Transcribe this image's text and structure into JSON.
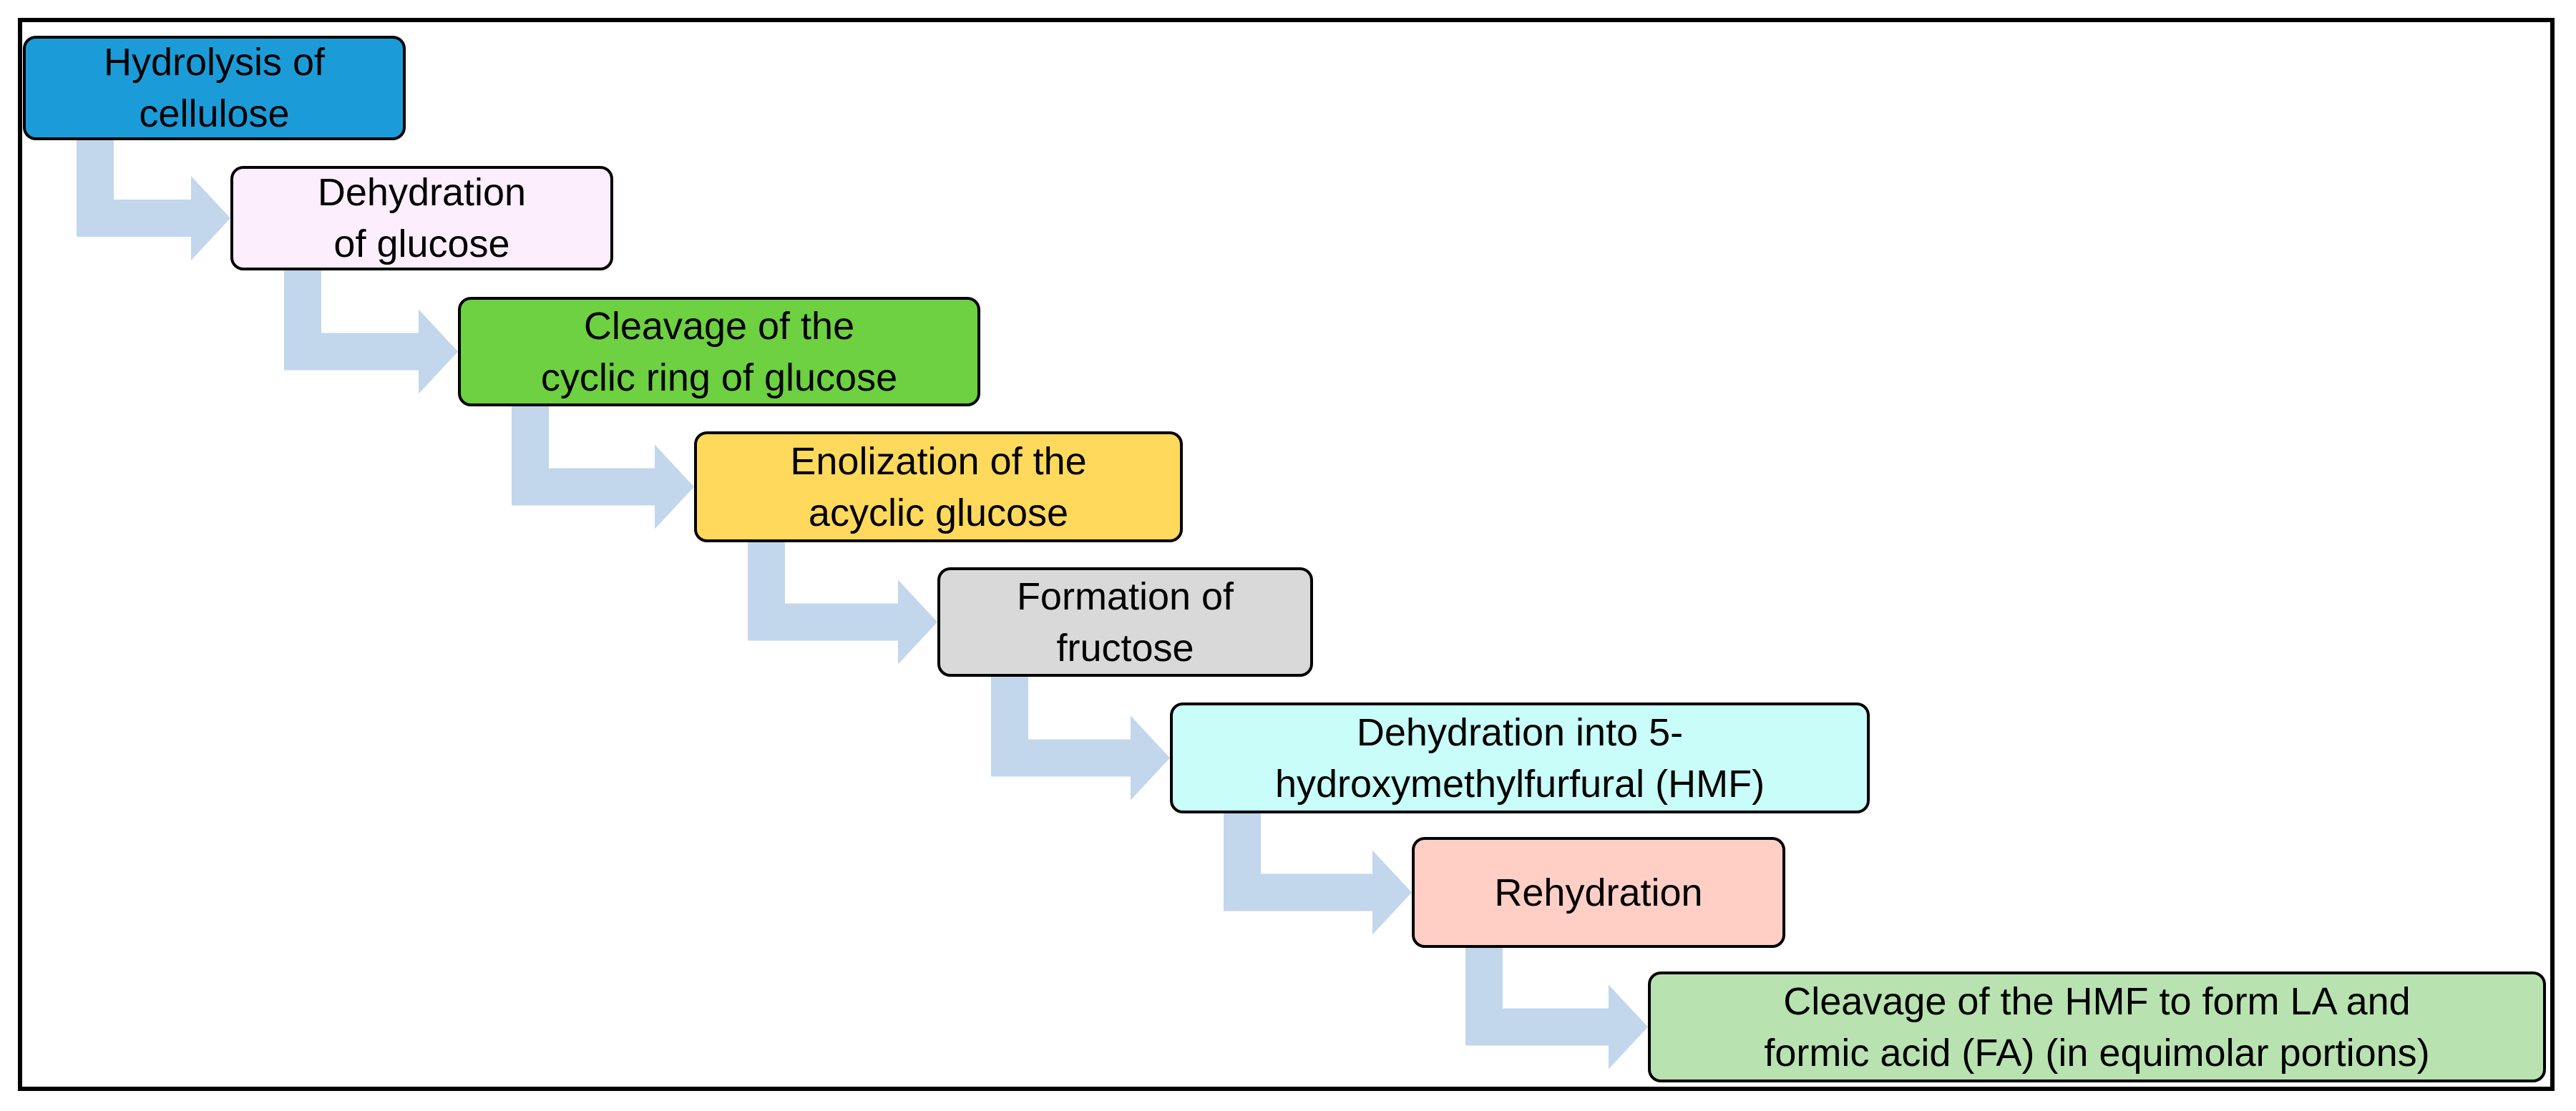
{
  "diagram": {
    "steps": [
      {
        "id": "hydrolysis-of-cellulose",
        "label": "Hydrolysis of\ncellulose",
        "color": "#1b9cd8"
      },
      {
        "id": "dehydration-of-glucose",
        "label": "Dehydration\nof glucose",
        "color": "#fdeefd"
      },
      {
        "id": "cleavage-cyclic-ring",
        "label": "Cleavage of the\ncyclic ring of glucose",
        "color": "#6dd142"
      },
      {
        "id": "enolization-acyclic-glucose",
        "label": "Enolization of the\nacyclic glucose",
        "color": "#ffd95b"
      },
      {
        "id": "formation-of-fructose",
        "label": "Formation of\nfructose",
        "color": "#d9d9d9"
      },
      {
        "id": "dehydration-into-hmf",
        "label": "Dehydration into 5-\nhydroxymethylfurfural (HMF)",
        "color": "#c8fdf9"
      },
      {
        "id": "rehydration",
        "label": "Rehydration",
        "color": "#ffcfc5"
      },
      {
        "id": "cleavage-of-hmf",
        "label": "Cleavage of the HMF to form LA and\nformic acid (FA) (in equimolar portions)",
        "color": "#b8e2b0"
      }
    ],
    "arrow_color": "#c2d6ec"
  }
}
